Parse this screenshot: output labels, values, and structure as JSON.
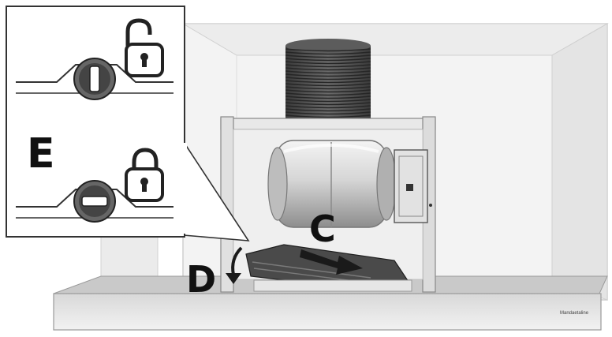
{
  "labels": {
    "c": "C",
    "d": "D",
    "e": "E"
  },
  "brand": "Mandaetaline",
  "inset": {
    "top_state": "unlocked",
    "bottom_state": "locked",
    "icons": [
      "unlocked-padlock-icon",
      "locked-padlock-icon"
    ]
  },
  "colors": {
    "outline": "#333333",
    "arrow": "#1a1a1a",
    "housing": "#e9e9e9",
    "fan": "#cfcfcf"
  }
}
